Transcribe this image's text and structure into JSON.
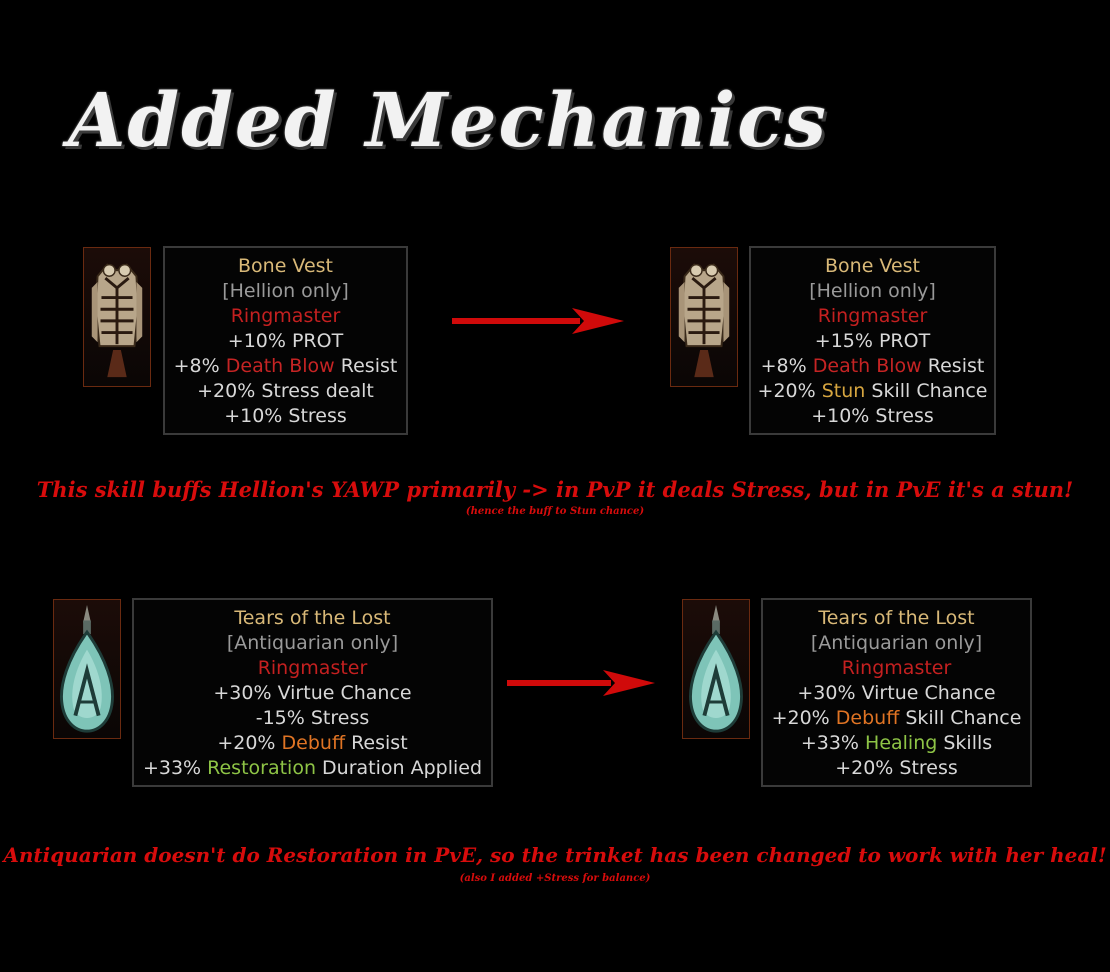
{
  "title": "Added Mechanics",
  "colors": {
    "background": "#000000",
    "item_name": "#d9b978",
    "restriction": "#9a9a9a",
    "set_name": "#c42020",
    "keyword_red": "#c62424",
    "keyword_gold": "#d7a640",
    "keyword_orange": "#e07424",
    "keyword_green": "#8ec446",
    "arrow": "#d00a0a",
    "note": "#d80c0c"
  },
  "trinket1": {
    "icon": "bone-vest-icon",
    "before": {
      "name": "Bone Vest",
      "restriction": "[Hellion only]",
      "set": "Ringmaster",
      "l1": "+10% PROT",
      "l2_pre": "+8% ",
      "l2_kw": "Death Blow",
      "l2_post": " Resist",
      "l3": "+20% Stress dealt",
      "l4": "+10% Stress"
    },
    "after": {
      "name": "Bone Vest",
      "restriction": "[Hellion only]",
      "set": "Ringmaster",
      "l1": "+15% PROT",
      "l2_pre": "+8% ",
      "l2_kw": "Death Blow",
      "l2_post": " Resist",
      "l3_pre": "+20% ",
      "l3_kw": "Stun",
      "l3_post": " Skill Chance",
      "l4": "+10% Stress"
    }
  },
  "note1": {
    "main": "This skill buffs Hellion's YAWP primarily -> in PvP it deals Stress, but in PvE it's a stun!",
    "sub": "(hence the buff to Stun chance)"
  },
  "trinket2": {
    "icon": "tears-of-the-lost-icon",
    "before": {
      "name": "Tears of the Lost",
      "restriction": "[Antiquarian only]",
      "set": "Ringmaster",
      "l1_pre": "+30% ",
      "l1_kw": "Virtue",
      "l1_post": " Chance",
      "l2": "-15% Stress",
      "l3_pre": "+20% ",
      "l3_kw": "Debuff",
      "l3_post": " Resist",
      "l4_pre": "+33% ",
      "l4_kw": "Restoration",
      "l4_post": " Duration Applied"
    },
    "after": {
      "name": "Tears of the Lost",
      "restriction": "[Antiquarian only]",
      "set": "Ringmaster",
      "l1_pre": "+30% ",
      "l1_kw": "Virtue",
      "l1_post": " Chance",
      "l2_pre": "+20% ",
      "l2_kw": "Debuff",
      "l2_post": " Skill Chance",
      "l3_pre": "+33% ",
      "l3_kw": "Healing",
      "l3_post": " Skills",
      "l4": "+20% Stress"
    }
  },
  "note2": {
    "main": "Antiquarian doesn't do Restoration in PvE, so the trinket has been changed to work with her heal!",
    "sub": "(also I added +Stress for balance)"
  }
}
